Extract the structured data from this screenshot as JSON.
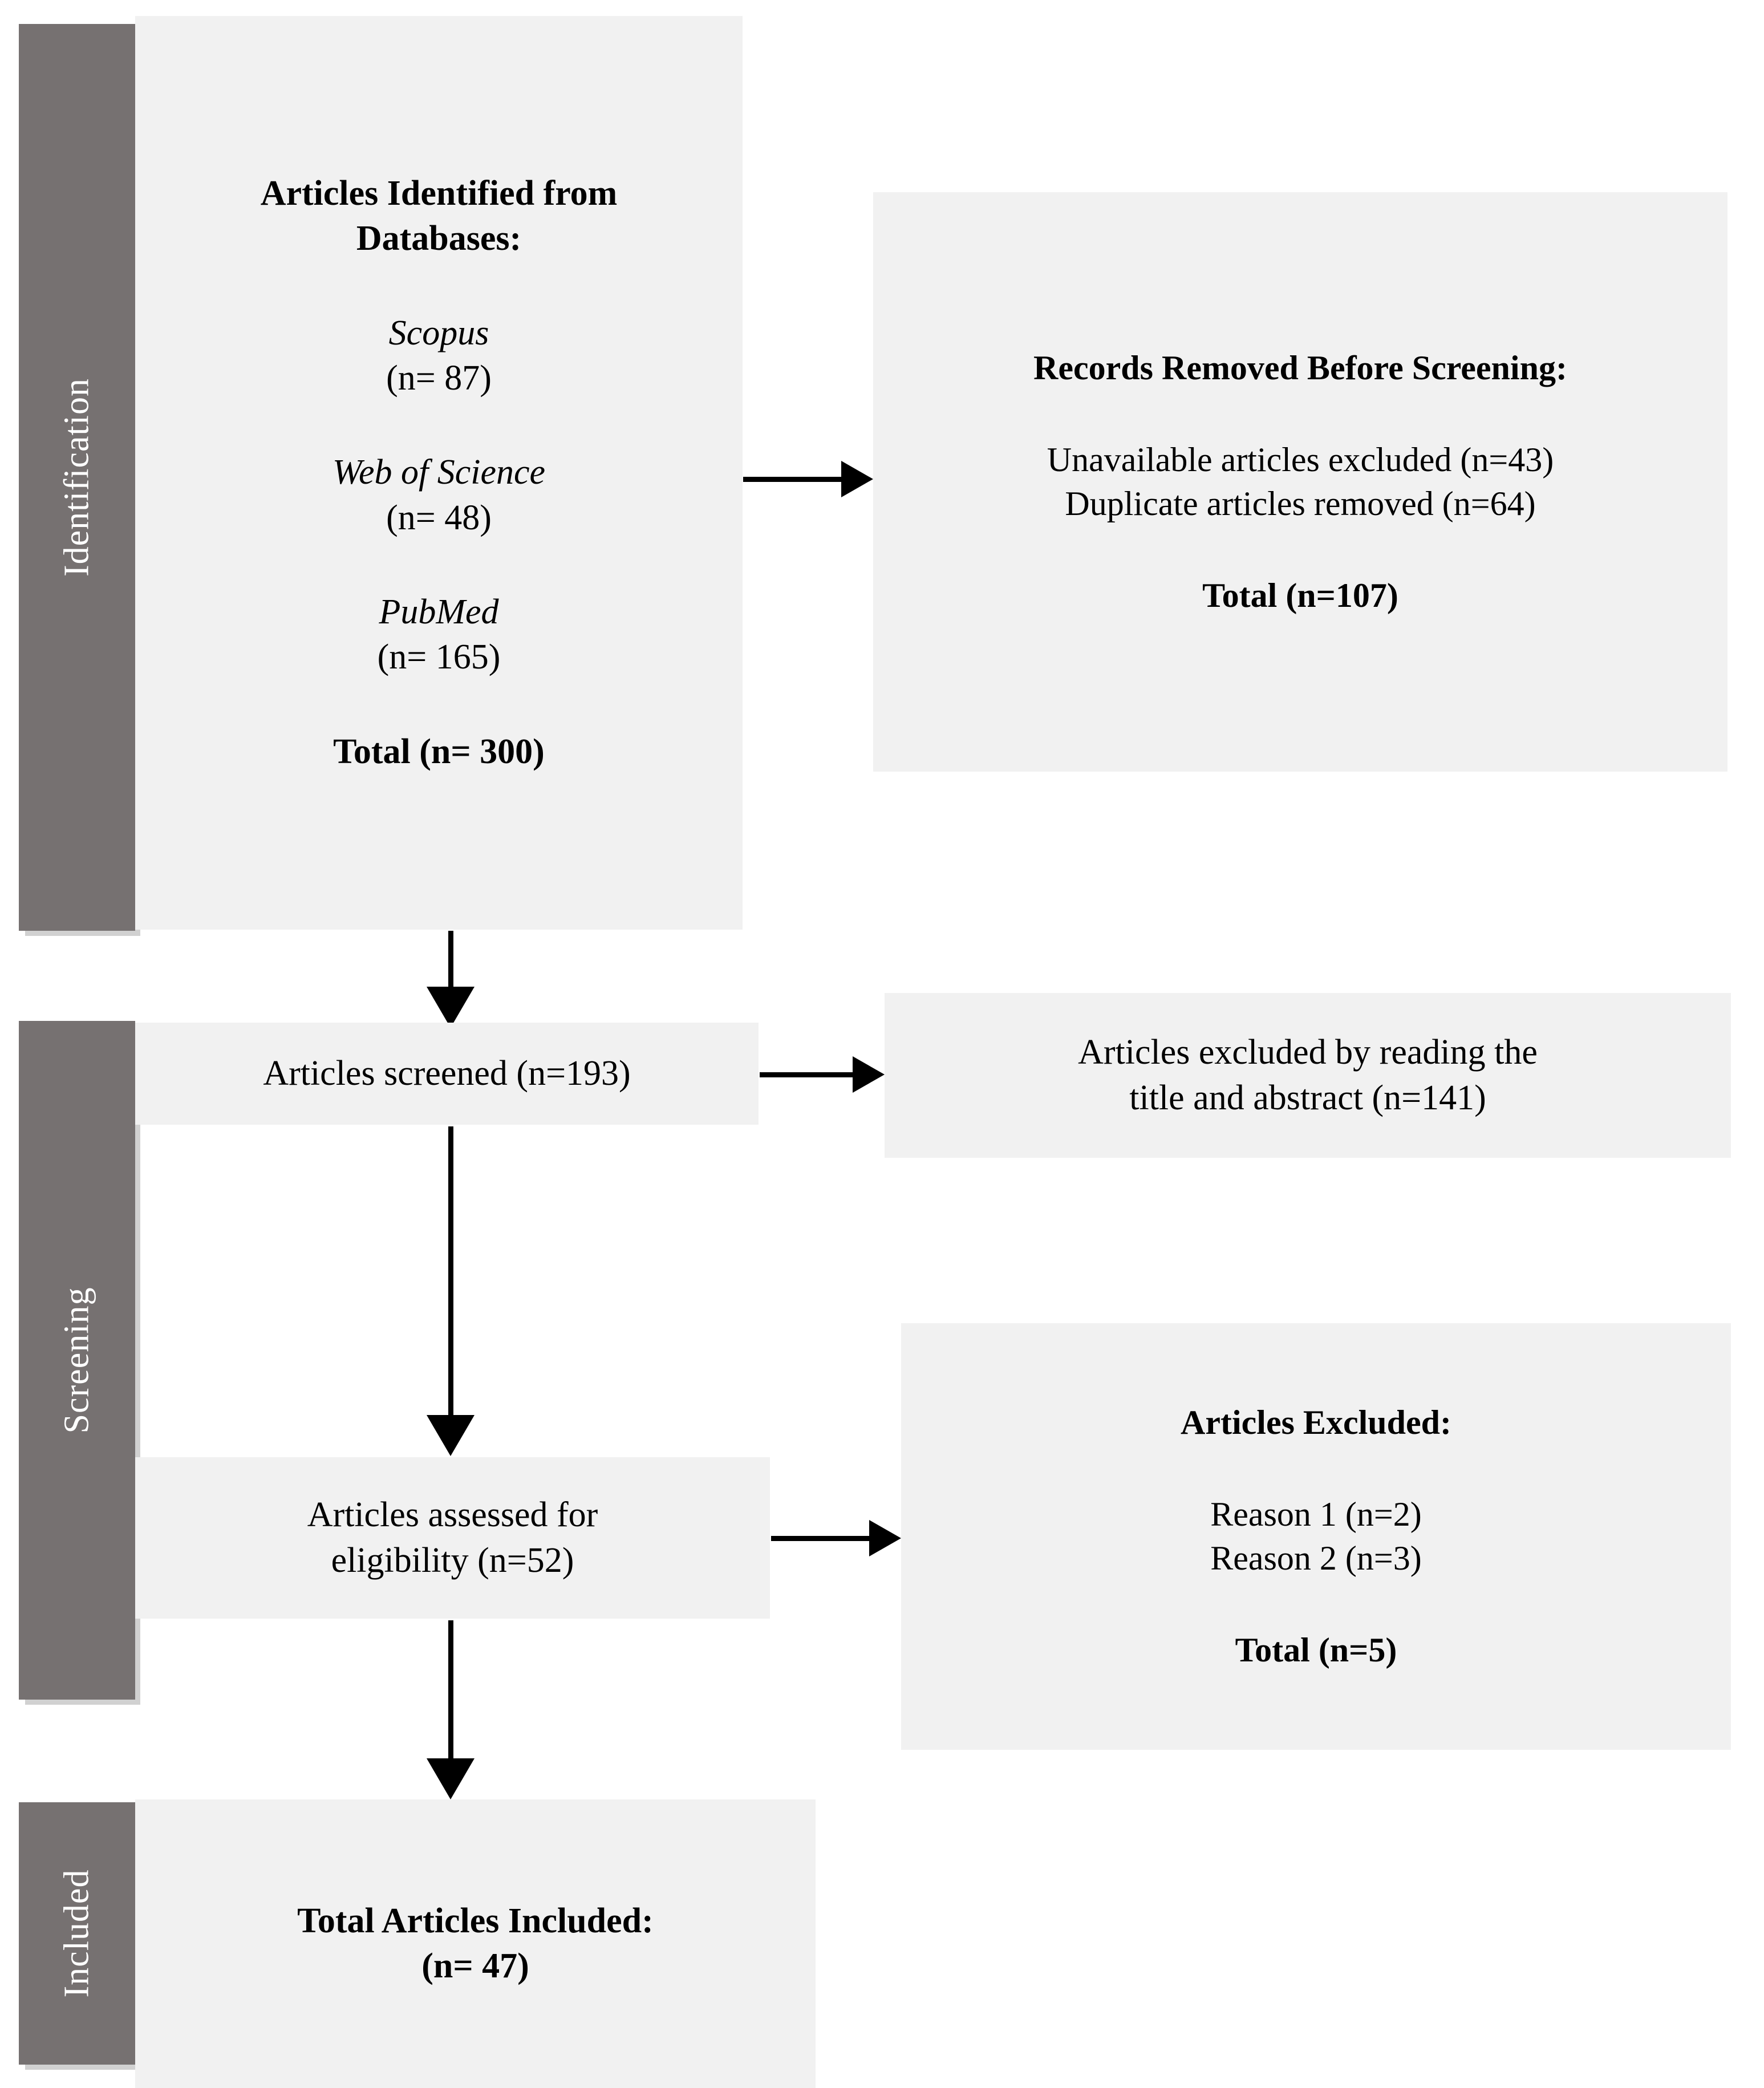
{
  "diagram": {
    "title": "PRISMA flow diagram",
    "colors": {
      "rail_fill": "#767171",
      "rail_text": "#ffffff",
      "box_fill": "#f1f1f1",
      "text": "#000000",
      "arrow": "#000000",
      "page_background": "#ffffff"
    }
  },
  "phases": {
    "identification": {
      "label": "Identification"
    },
    "screening": {
      "label": "Screening"
    },
    "included": {
      "label": "Included"
    }
  },
  "boxes": {
    "identified": {
      "heading_line1": "Articles Identified  from",
      "heading_line2": "Databases:",
      "sources": [
        {
          "name": "Scopus",
          "count": "(n= 87)"
        },
        {
          "name": "Web of Science",
          "count": "(n= 48)"
        },
        {
          "name": "PubMed",
          "count": "(n= 165)"
        }
      ],
      "total": "Total (n= 300)"
    },
    "records_removed": {
      "heading": "Records Removed Before Screening:",
      "reasons": [
        "Unavailable articles excluded (n=43)",
        "Duplicate articles removed (n=64)"
      ],
      "total": "Total (n=107)"
    },
    "screened": {
      "text": "Articles screened (n=193)"
    },
    "excluded_title_abstract": {
      "line1": "Articles excluded by reading the",
      "line2": "title and abstract (n=141)"
    },
    "assessed": {
      "line1": "Articles assessed for",
      "line2": "eligibility (n=52)"
    },
    "articles_excluded": {
      "heading": "Articles Excluded:",
      "reasons": [
        "Reason 1 (n=2)",
        "Reason 2 (n=3)"
      ],
      "total": "Total (n=5)"
    },
    "included_total": {
      "line1": "Total Articles Included:",
      "line2": "(n= 47)"
    }
  },
  "connectors": {
    "identified_to_removed": "arrow-right",
    "identified_to_screened": "arrow-down",
    "screened_to_excluded": "arrow-right",
    "screened_to_assessed": "arrow-down",
    "assessed_to_excluded": "arrow-right",
    "assessed_to_included": "arrow-down"
  }
}
